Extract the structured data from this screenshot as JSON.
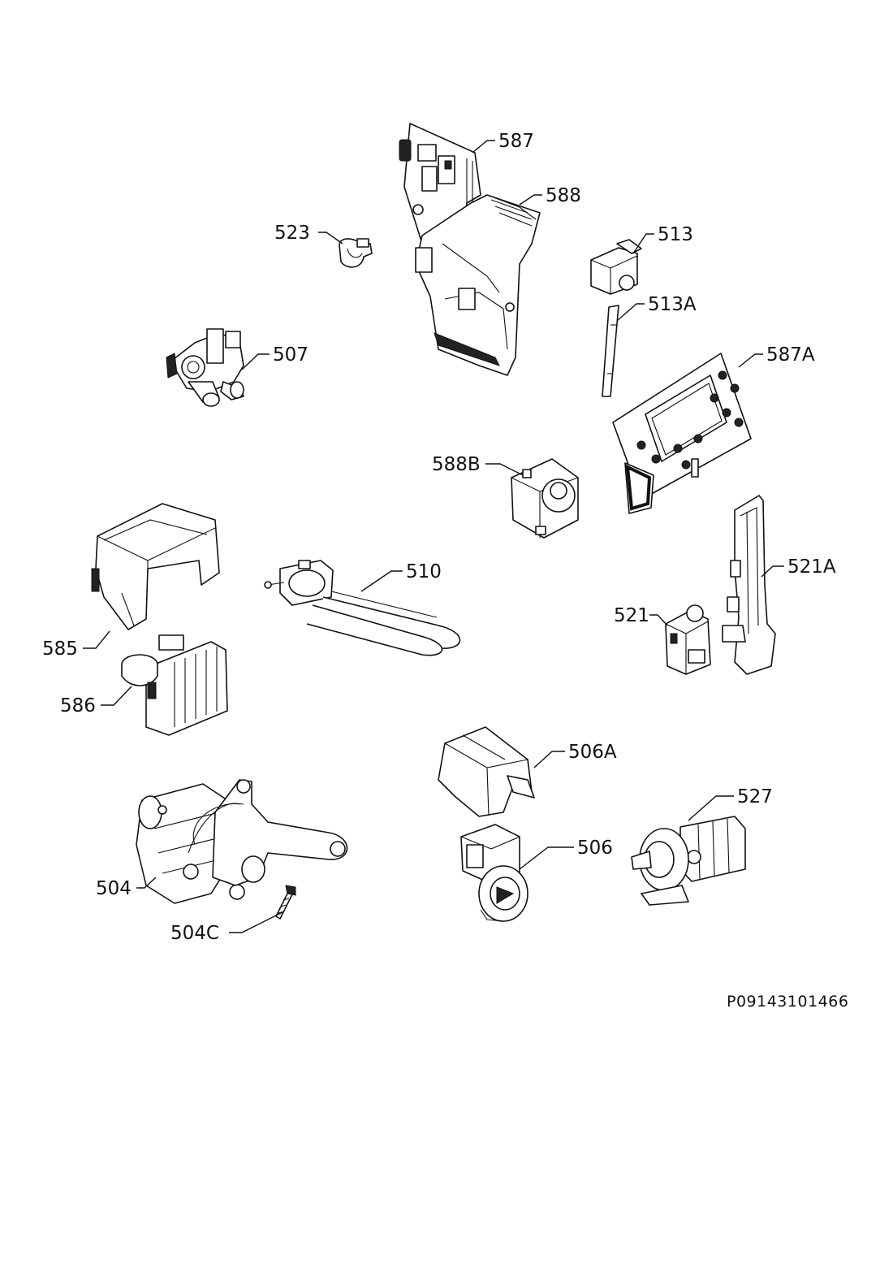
{
  "document_code": "P09143101466",
  "parts": [
    {
      "id": "587",
      "label": "587"
    },
    {
      "id": "588",
      "label": "588"
    },
    {
      "id": "523",
      "label": "523"
    },
    {
      "id": "513",
      "label": "513"
    },
    {
      "id": "513A",
      "label": "513A"
    },
    {
      "id": "507",
      "label": "507"
    },
    {
      "id": "587A",
      "label": "587A"
    },
    {
      "id": "588B",
      "label": "588B"
    },
    {
      "id": "510",
      "label": "510"
    },
    {
      "id": "521A",
      "label": "521A"
    },
    {
      "id": "521",
      "label": "521"
    },
    {
      "id": "585",
      "label": "585"
    },
    {
      "id": "586",
      "label": "586"
    },
    {
      "id": "506A",
      "label": "506A"
    },
    {
      "id": "527",
      "label": "527"
    },
    {
      "id": "506",
      "label": "506"
    },
    {
      "id": "504",
      "label": "504"
    },
    {
      "id": "504C",
      "label": "504C"
    }
  ]
}
